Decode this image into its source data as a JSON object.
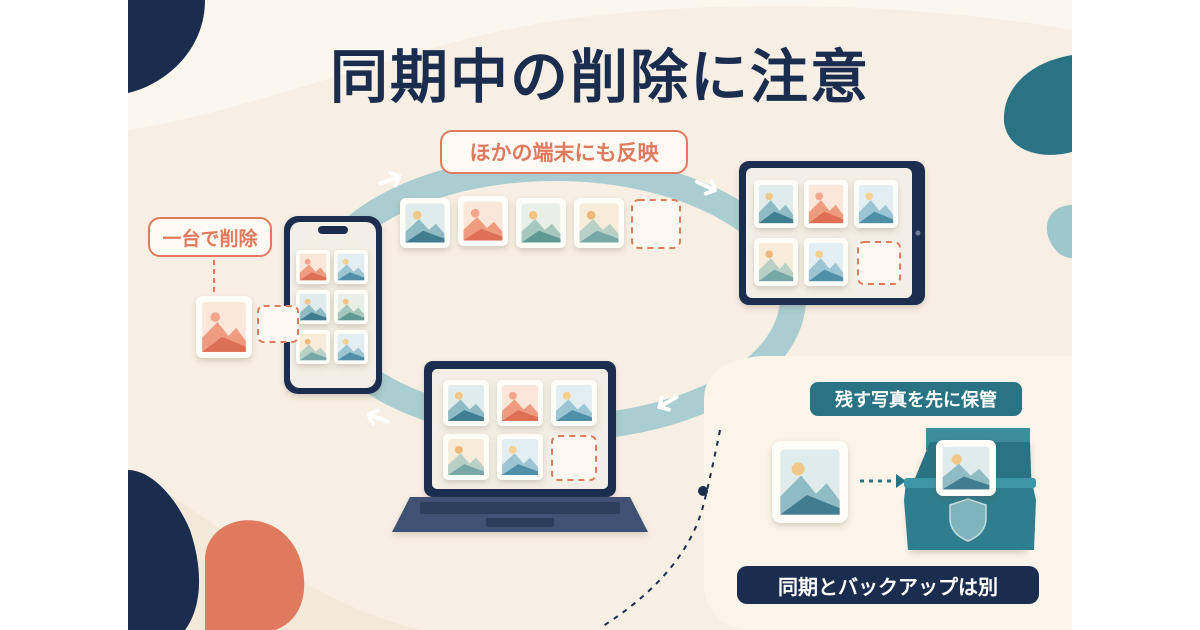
{
  "title": "同期中の削除に注意",
  "labels": {
    "sync_others": "ほかの端末にも反映",
    "delete_one": "一台で削除",
    "keep_first": "残す写真を先に保管",
    "sync_vs_backup": "同期とバックアップは別"
  },
  "icons": [
    "photo-icon",
    "arrow-icon",
    "shield-icon",
    "storage-box-icon"
  ],
  "colors": {
    "navy": "#1b2d4f",
    "teal": "#2a7384",
    "coral": "#e07a5f",
    "cream": "#f7efe3",
    "flow": "#8fc2c9"
  }
}
